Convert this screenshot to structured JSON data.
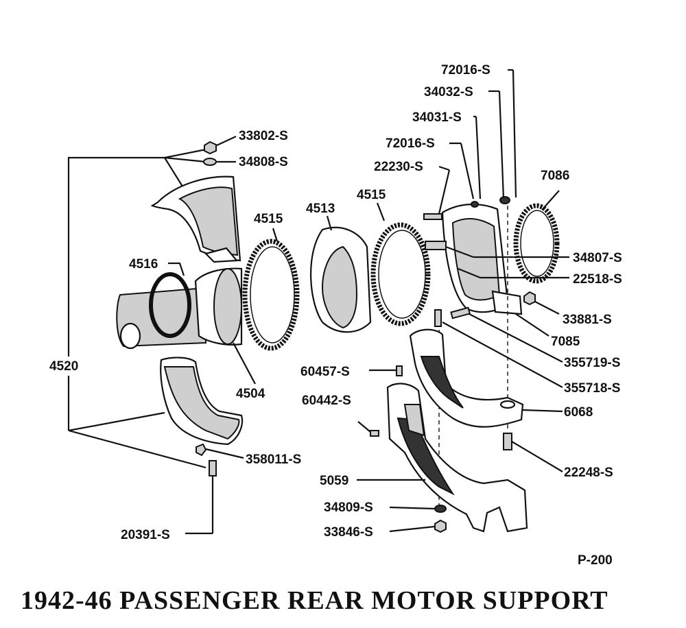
{
  "title": "1942-46  PASSENGER REAR MOTOR SUPPORT",
  "plate": "P-200",
  "parts": {
    "p33802s": "33802-S",
    "p34808s": "34808-S",
    "p4516": "4516",
    "p4515a": "4515",
    "p4513": "4513",
    "p4515b": "4515",
    "p4520": "4520",
    "p4504": "4504",
    "p358011s": "358011-S",
    "p20391s": "20391-S",
    "p72016s_top": "72016-S",
    "p34032s": "34032-S",
    "p34031s": "34031-S",
    "p72016s": "72016-S",
    "p22230s": "22230-S",
    "p7086": "7086",
    "p34807s": "34807-S",
    "p22518s": "22518-S",
    "p33881s": "33881-S",
    "p7085": "7085",
    "p355719s": "355719-S",
    "p355718s": "355718-S",
    "p60457s": "60457-S",
    "p60442s": "60442-S",
    "p6068": "6068",
    "p22248s": "22248-S",
    "p5059": "5059",
    "p34809s": "34809-S",
    "p33846s": "33846-S"
  }
}
